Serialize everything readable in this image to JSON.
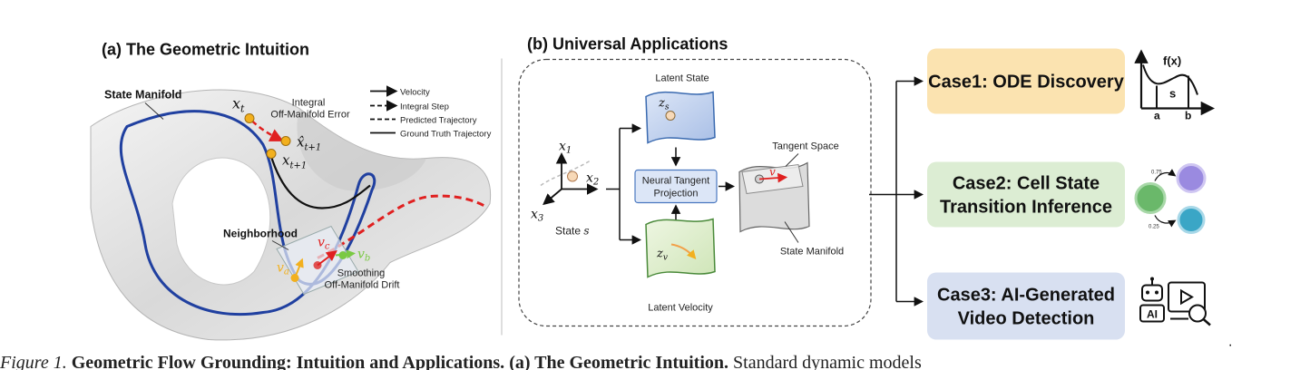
{
  "panel_a": {
    "title": "(a) The Geometric Intuition",
    "labels": {
      "state_manifold": "State Manifold",
      "x_t": "x",
      "x_t_sub": "t",
      "xhat_sub": "t+1",
      "x_next_sub": "t+1",
      "integral": "Integral",
      "off_manifold_error": "Off-Manifold Error",
      "neighborhood": "Neighborhood",
      "v_a": "v",
      "v_a_sub": "a",
      "v_c": "v",
      "v_c_sub": "c",
      "v_b": "v",
      "v_b_sub": "b",
      "smoothing": "Smoothing",
      "off_manifold_drift": "Off-Manifold Drift"
    },
    "legend": {
      "velocity": "Velocity",
      "integral_step": "Integral Step",
      "predicted": "Predicted Trajectory",
      "ground_truth": "Ground Truth Trajectory"
    },
    "colors": {
      "predicted": "#e02020",
      "ground_truth_curve": "#2040a0",
      "point": "#f2b01e"
    }
  },
  "panel_b": {
    "title": "(b) Universal Applications",
    "labels": {
      "latent_state": "Latent State",
      "z_s": "z",
      "z_s_sub": "s",
      "x1": "x",
      "x1_sub": "1",
      "x2": "x",
      "x2_sub": "2",
      "x3": "x",
      "x3_sub": "3",
      "state_s": "State",
      "state_s_var": "s",
      "ntp_line1": "Neural Tangent",
      "ntp_line2": "Projection",
      "tangent_space": "Tangent Space",
      "v": "v",
      "state_manifold": "State Manifold",
      "z_v": "z",
      "z_v_sub": "v",
      "latent_velocity": "Latent Velocity"
    }
  },
  "cases": [
    {
      "line1": "Case1: ODE Discovery",
      "line2": "",
      "color": "#fbe3b0"
    },
    {
      "line1": "Case2: Cell State",
      "line2": "Transition Inference",
      "color": "#dcedd3"
    },
    {
      "line1": "Case3: AI-Generated",
      "line2": "Video Detection",
      "color": "#d8e0f1"
    }
  ],
  "icons": {
    "ode": {
      "fx": "f(x)",
      "s": "s",
      "a": "a",
      "b": "b"
    },
    "cell": {
      "p1": "0.75",
      "p2": "0.25"
    },
    "ai": {
      "ai": "AI"
    }
  },
  "caption": {
    "fig": "Figure 1.",
    "bold_title": "Geometric Flow Grounding: Intuition and Applications.",
    "part_a": "(a) The Geometric Intuition.",
    "rest": "Standard dynamic models"
  },
  "period": "."
}
